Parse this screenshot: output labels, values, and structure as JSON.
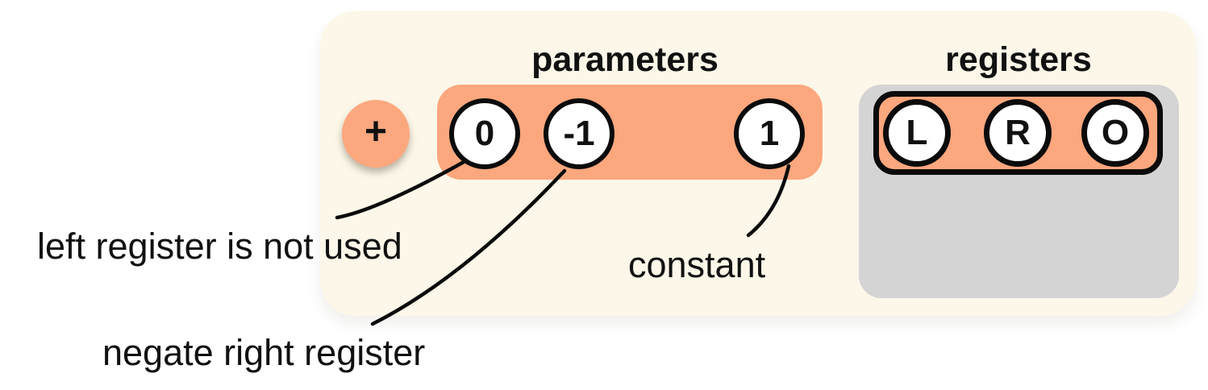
{
  "colors": {
    "card_background": "#FCF7E8",
    "accent_salmon": "#FCA77E",
    "registers_gray": "#D4D4D4",
    "ink": "#111111",
    "circle_fill": "#FFFFFF"
  },
  "operator": {
    "symbol": "+"
  },
  "parameters": {
    "heading": "parameters",
    "slots": [
      "0",
      "-1",
      "1"
    ]
  },
  "registers": {
    "heading": "registers",
    "slots": [
      "L",
      "R",
      "O"
    ]
  },
  "annotations": [
    {
      "text": "left register is not used",
      "points_to": "0"
    },
    {
      "text": "negate right register",
      "points_to": "-1"
    },
    {
      "text": "constant",
      "points_to": "1"
    }
  ]
}
